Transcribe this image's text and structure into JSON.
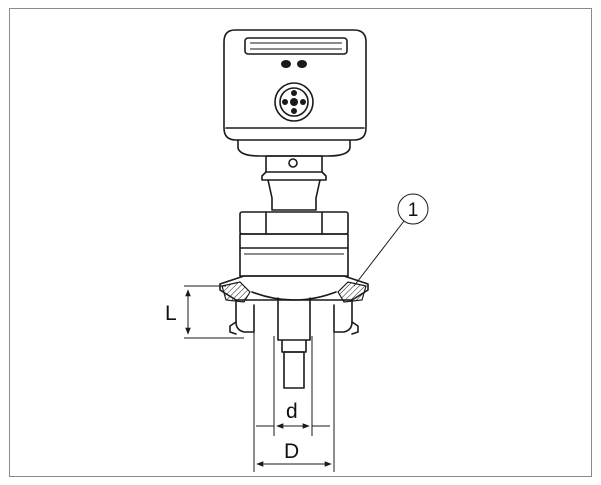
{
  "labels": {
    "callout": "1",
    "dim_L": "L",
    "dim_d": "d",
    "dim_D": "D"
  }
}
